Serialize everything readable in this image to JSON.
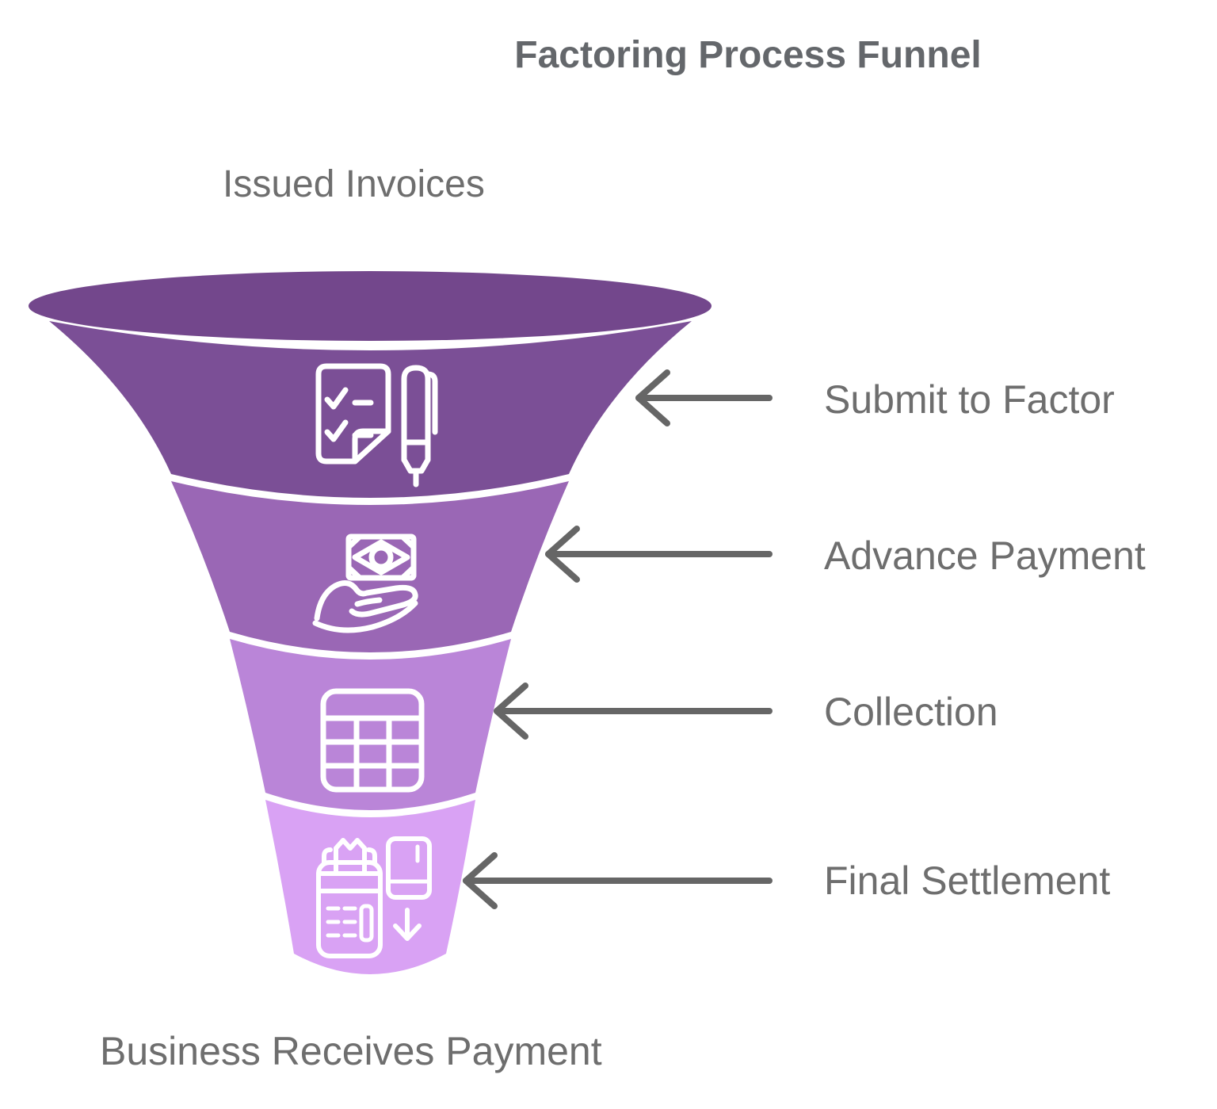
{
  "title": "Factoring Process Funnel",
  "colors": {
    "title_text": "#64676b",
    "label_text": "#6e6e6e",
    "arrow": "#666666",
    "icon_stroke": "#ffffff",
    "mouth": "#73478c"
  },
  "funnel": {
    "entry_label": "Issued Invoices",
    "exit_label": "Business Receives Payment",
    "stages": [
      {
        "label": "Submit to Factor",
        "color": "#7b4f96",
        "icon": "checklist-pen-icon"
      },
      {
        "label": "Advance Payment",
        "color": "#9a67b5",
        "icon": "cash-in-hand-icon"
      },
      {
        "label": "Collection",
        "color": "#ba85d8",
        "icon": "calculator-grid-icon"
      },
      {
        "label": "Final Settlement",
        "color": "#d9a2f4",
        "icon": "payment-terminal-icon"
      }
    ]
  }
}
